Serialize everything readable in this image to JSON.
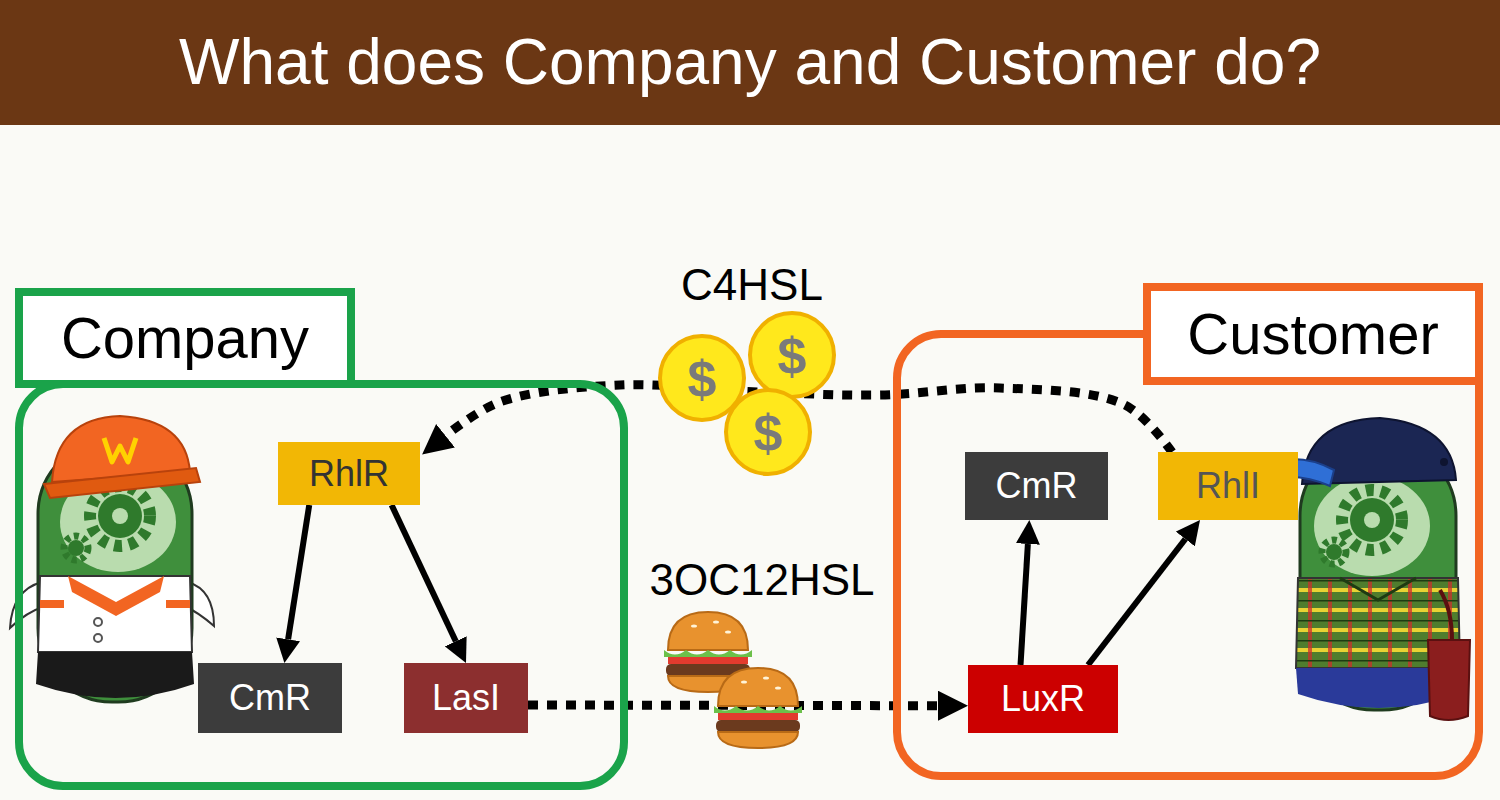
{
  "diagram": {
    "title": "What does Company and Customer do?",
    "nodes": [
      {
        "text": [
          "Company"
        ]
      },
      {
        "text": [
          "RhlR"
        ],
        "in": 0
      },
      {
        "text": [
          "CmR"
        ],
        "in": 0
      },
      {
        "text": [
          "LasI"
        ],
        "in": 0
      },
      {
        "text": [
          "Customer"
        ]
      },
      {
        "text": [
          "CmR"
        ],
        "in": 4
      },
      {
        "text": [
          "RhlI"
        ],
        "in": 4
      },
      {
        "text": [
          "LuxR"
        ],
        "in": 4
      }
    ],
    "edges": [
      {
        "from": 1,
        "to": 2,
        "arrow": "to"
      },
      {
        "from": 1,
        "to": 3,
        "arrow": "to"
      },
      {
        "from": 3,
        "to": 7,
        "arrow": "to",
        "label": "3OC12HSL"
      },
      {
        "from": 7,
        "to": 5,
        "arrow": "to"
      },
      {
        "from": 7,
        "to": 6,
        "arrow": "to"
      },
      {
        "from": 6,
        "to": 1,
        "arrow": "to",
        "label": "C4HSL"
      }
    ],
    "labels": [
      "$",
      "$",
      "$"
    ]
  }
}
